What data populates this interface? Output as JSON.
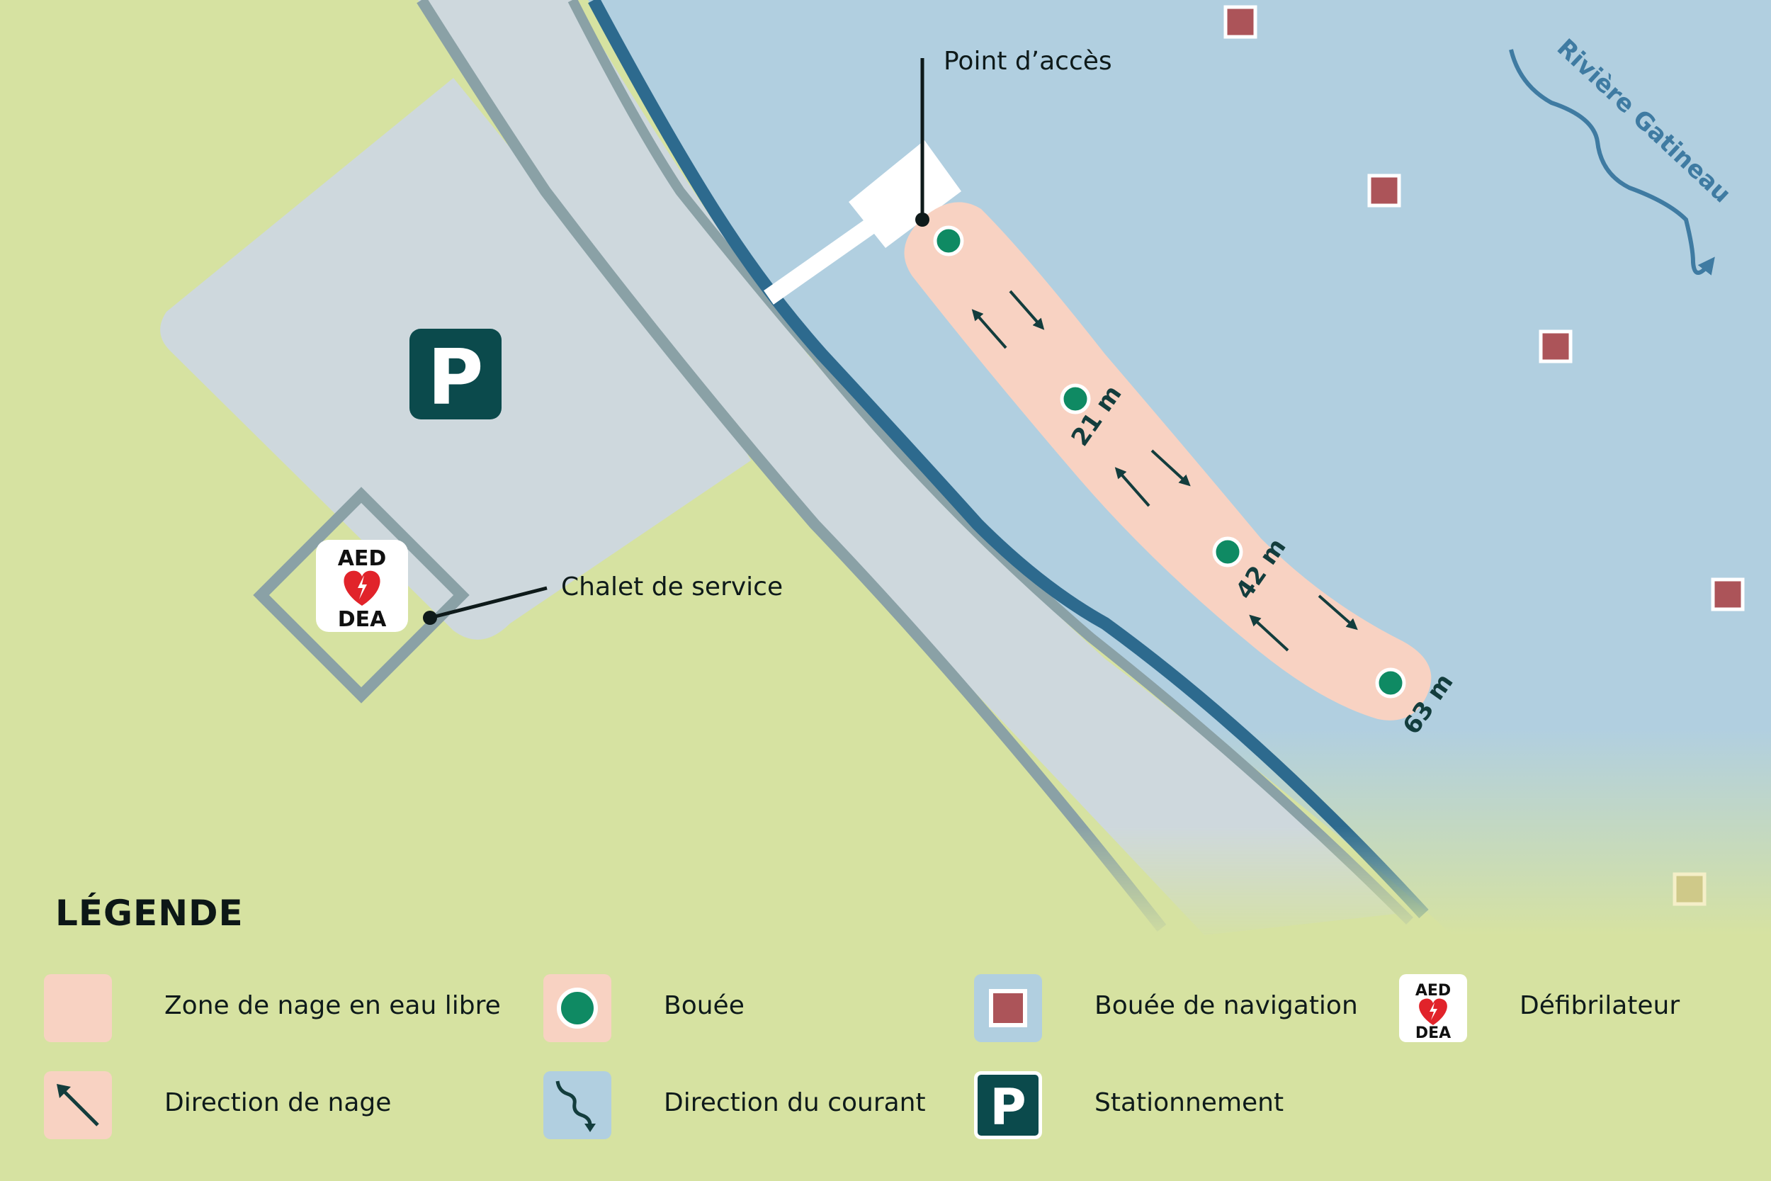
{
  "colors": {
    "land": "#d6e2a1",
    "water": "#b1cfe0",
    "parking_area": "#ced8dd",
    "road_edge": "#8aa1a6",
    "shore_line": "#2d6a8e",
    "swim_zone": "#f8d2c2",
    "buoy": "#0f8a63",
    "nav_buoy": "#ac5459",
    "parking_sign": "#0b4a4c",
    "arrow": "#133d3d",
    "river_label": "#3f7ba2"
  },
  "map": {
    "river_name": "Rivière Gatineau",
    "parking_symbol": "P",
    "access_point_label": "Point d’accès",
    "service_chalet_label": "Chalet de service",
    "aed_top": "AED",
    "aed_bottom": "DEA",
    "distance_markers": [
      "21 m",
      "42 m",
      "63 m"
    ],
    "swim_buoys": 4,
    "navigation_buoys": 5,
    "current_arrow_icon": "wavy-arrow-icon"
  },
  "legend": {
    "title": "LÉGENDE",
    "items": [
      {
        "label": "Zone de nage en eau libre",
        "icon": "swim-zone-swatch"
      },
      {
        "label": "Bouée",
        "icon": "buoy-icon"
      },
      {
        "label": "Bouée de navigation",
        "icon": "navigation-buoy-icon"
      },
      {
        "label": "Défibrilateur",
        "icon": "aed-icon",
        "aed_top": "AED",
        "aed_bottom": "DEA"
      },
      {
        "label": "Direction de nage",
        "icon": "swim-direction-arrow-icon"
      },
      {
        "label": "Direction du courant",
        "icon": "current-direction-icon"
      },
      {
        "label": "Stationnement",
        "icon": "parking-icon",
        "symbol": "P"
      }
    ]
  }
}
